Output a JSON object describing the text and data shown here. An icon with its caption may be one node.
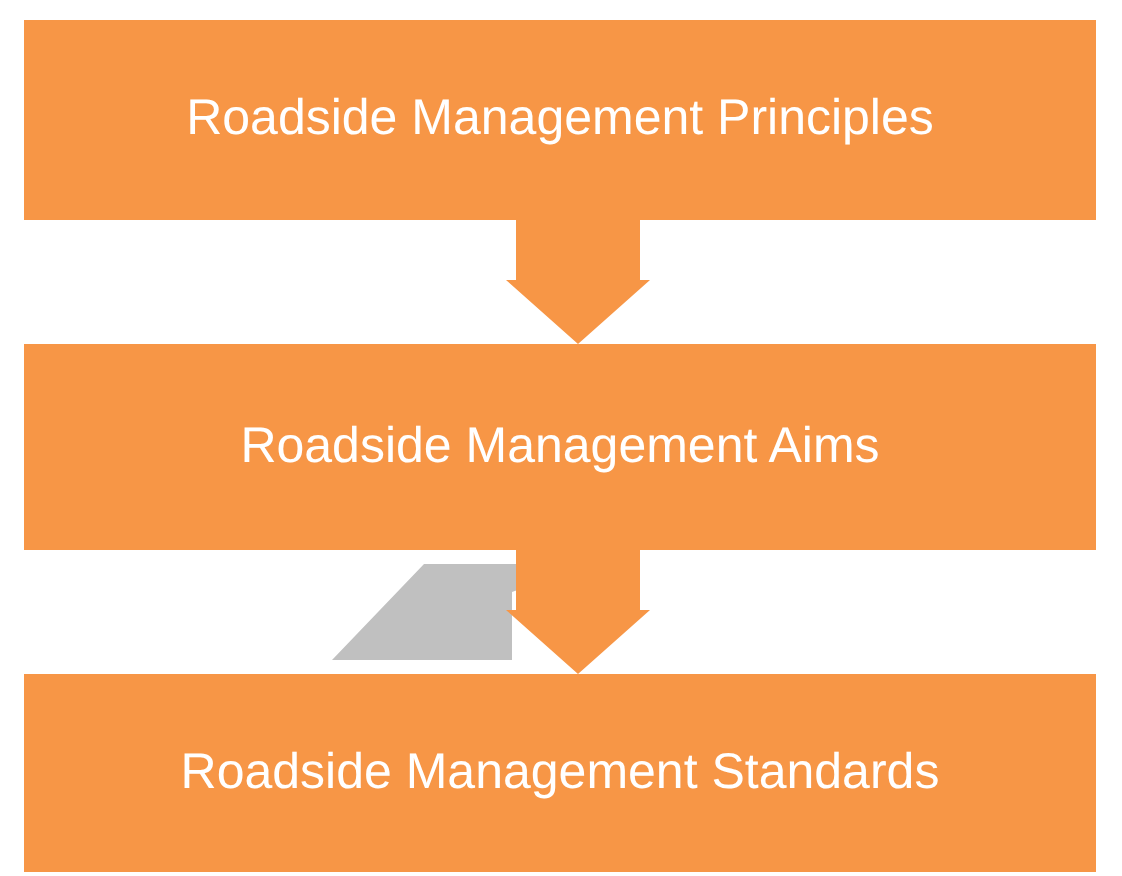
{
  "diagram": {
    "nodes": [
      {
        "text": [
          "Roadside Management Principles"
        ]
      },
      {
        "text": [
          "Roadside Management Aims"
        ]
      },
      {
        "text": [
          "Roadside Management Standards"
        ]
      }
    ],
    "edges": [
      {
        "from": 0,
        "to": 1,
        "arrow": "to"
      },
      {
        "from": 1,
        "to": 2,
        "arrow": "to"
      }
    ]
  }
}
